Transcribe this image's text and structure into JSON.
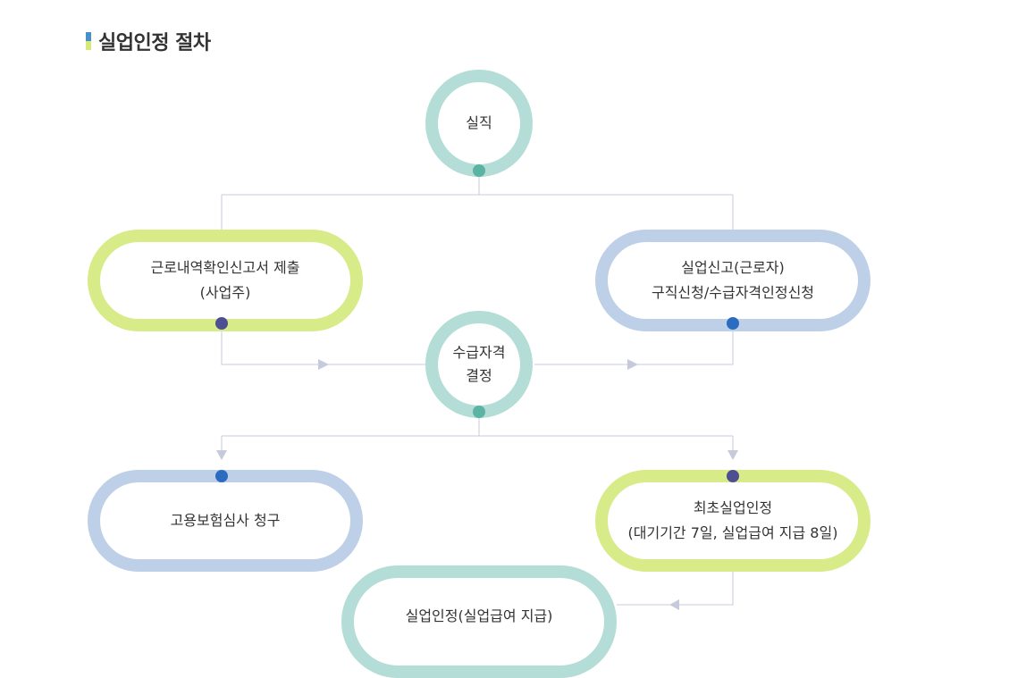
{
  "title": "실업인정 절차",
  "colors": {
    "title_mark_top": "#4a90c8",
    "title_mark_bottom": "#d6e97a",
    "teal": "#b3ddd6",
    "lime": "#d8eb89",
    "blue": "#bed0e8",
    "dot_teal": "#5ab3a3",
    "dot_navy": "#4e4f92",
    "dot_blue": "#2c6cc0",
    "connector": "#c7cadb"
  },
  "steps": {
    "job_loss": {
      "lines": [
        "실직"
      ]
    },
    "employer_report": {
      "lines": [
        "근로내역확인신고서 제출",
        "(사업주)"
      ]
    },
    "worker_report": {
      "lines": [
        "실업신고(근로자)",
        "구직신청/수급자격인정신청"
      ]
    },
    "eligibility": {
      "lines": [
        "수급자격",
        "결정"
      ]
    },
    "appeal": {
      "lines": [
        "고용보험심사 청구"
      ]
    },
    "first_recognition": {
      "lines": [
        "최초실업인정",
        "(대기기간 7일, 실업급여 지급 8일)"
      ]
    },
    "recognition": {
      "lines": [
        "실업인정(실업급여 지급)"
      ]
    }
  }
}
